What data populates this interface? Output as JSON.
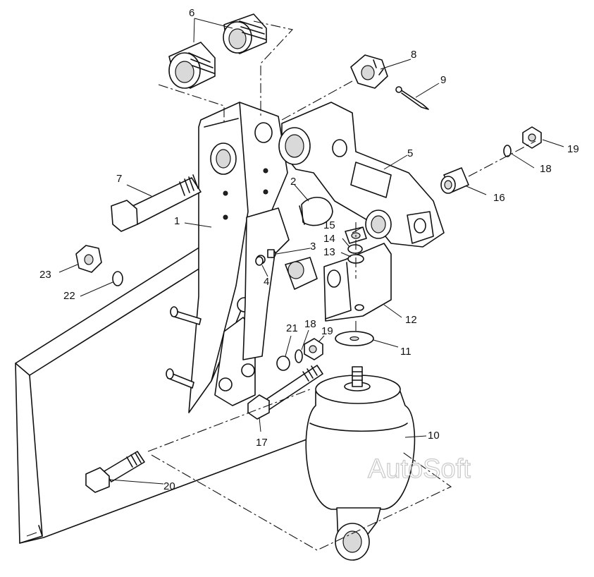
{
  "diagram": {
    "watermark": "AutoSoft",
    "callouts": {
      "c1": "1",
      "c2": "2",
      "c3": "3",
      "c4": "4",
      "c5": "5",
      "c6": "6",
      "c7": "7",
      "c8": "8",
      "c9": "9",
      "c10": "10",
      "c11": "11",
      "c12": "12",
      "c13": "13",
      "c14": "14",
      "c15": "15",
      "c16": "16",
      "c17": "17",
      "c18a": "18",
      "c18b": "18",
      "c19a": "19",
      "c19b": "19",
      "c20": "20",
      "c21": "21",
      "c22": "22",
      "c23": "23"
    }
  }
}
